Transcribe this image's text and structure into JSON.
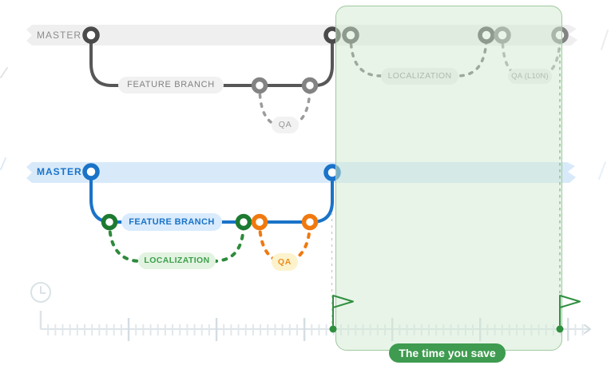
{
  "top_flow": {
    "master": "MASTER",
    "feature_branch": "FEATURE BRANCH",
    "qa": "QA",
    "localization": "LOCALIZATION",
    "qa_l10n": "QA (L10N)"
  },
  "bottom_flow": {
    "master": "MASTER",
    "feature_branch": "FEATURE BRANCH",
    "localization": "LOCALIZATION",
    "qa": "QA"
  },
  "highlight": {
    "save_button": "The time you save"
  },
  "icons": {
    "clock": "clock-icon",
    "flag_start": "flag-icon",
    "flag_end": "flag-icon"
  },
  "colors": {
    "blue": "#1a73c8",
    "band_blue": "#d8eafa",
    "pill_blue_bg": "#d9ebfd",
    "green_dashed": "#2e8b3c",
    "green_node": "#1d7a31",
    "pill_green_bg": "#e3f3e1",
    "green_text": "#3da04c",
    "orange": "#f0790f",
    "pill_yellow_bg": "#fcf3cd",
    "orange_text": "#ef8c1d",
    "gray_line": "#575757",
    "gray_node_medium": "#838383",
    "band_gray": "#efefef",
    "pill_gray_bg": "#f1f1f1",
    "gray_text": "#8a8a8a",
    "region_fill": "#e8f2e8",
    "region_border": "#9fca9f",
    "save_button_bg": "#3e9b4f",
    "flag_green": "#2f8f3f",
    "timeline": "#dde4e8"
  }
}
